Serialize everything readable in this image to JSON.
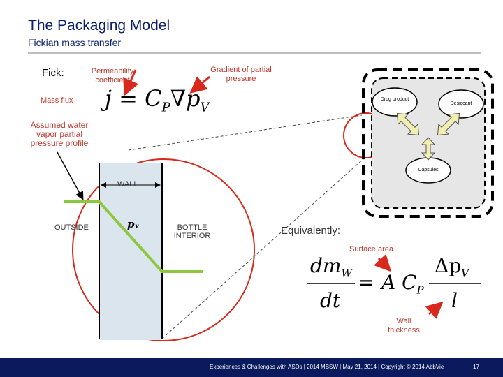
{
  "slide": {
    "title": "The Packaging Model",
    "subtitle": "Fickian mass transfer"
  },
  "fick": {
    "label": "Fick:",
    "permeability_label": "Permeability coefficient",
    "gradient_label": "Gradient of partial pressure",
    "mass_flux_label": "Mass flux",
    "equation_j": "j",
    "equation_eq": "=",
    "equation_c": "C",
    "equation_p_sub": "P",
    "equation_nabla": "∇",
    "equation_p": "p",
    "equation_v_sub": "V"
  },
  "profile": {
    "assumed_label": "Assumed water vapor partial pressure profile",
    "wall_label": "WALL",
    "outside_label": "OUTSIDE",
    "pv_label": "pᵥ",
    "interior_label": "BOTTLE INTERIOR"
  },
  "package": {
    "drug_label": "Drug product",
    "desiccant_label": "Desiccant",
    "capsules_label": "Capsules"
  },
  "equivalent": {
    "label": "Equivalently:",
    "surface_area_label": "Surface area",
    "wall_thickness_label": "Wall thickness",
    "lhs_num": "dm",
    "lhs_num_sub": "W",
    "lhs_den": "dt",
    "rhs_a": "A",
    "rhs_c": "C",
    "rhs_c_sub": "P",
    "rhs_num": "Δp",
    "rhs_num_sub": "V",
    "rhs_den": "l"
  },
  "footer": {
    "text": "Experiences & Challenges with ASDs | 2014 MBSW | May 21, 2014 | Copyright © 2014 AbbVie",
    "page": "17"
  },
  "colors": {
    "title": "#0b1f6b",
    "accent_red": "#c0392b",
    "arrow_red": "#d9291c",
    "profile_green": "#8dc63f",
    "wall_fill": "#dbe5ee",
    "package_fill": "#e6e6e6",
    "arrow_yellow": "#f2edb0",
    "footer_bg": "#0a1a5c"
  }
}
